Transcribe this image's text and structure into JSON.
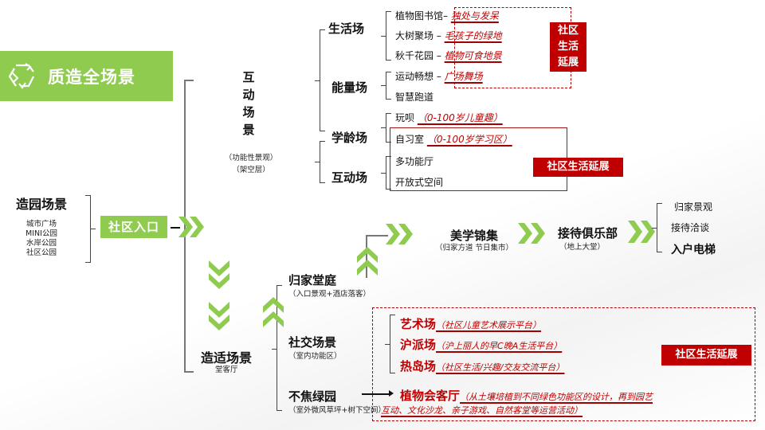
{
  "header": {
    "title": "质造全场景",
    "icon": "recycle-triangle-icon"
  },
  "entry": {
    "garden_title": "造园场景",
    "garden_items": [
      "城市广场",
      "MINI公园",
      "水岸公园",
      "社区公园"
    ],
    "entry_label": "社区入口"
  },
  "interactive": {
    "title_chars": [
      "互",
      "动",
      "场",
      "景"
    ],
    "sub1": "（功能性景观）",
    "sub2": "（架空层）",
    "groups": [
      {
        "name": "生活场",
        "items": [
          {
            "label": "植物图书馆",
            "note": "独处与发呆"
          },
          {
            "label": "大树聚场",
            "note": "毛孩子的绿地"
          },
          {
            "label": "秋千花园",
            "note": "植物可食地景"
          }
        ]
      },
      {
        "name": "能量场",
        "items": [
          {
            "label": "运动畅想",
            "note": "广场舞场"
          },
          {
            "label": "智慧跑道",
            "note": ""
          }
        ]
      },
      {
        "name": "学龄场",
        "items": [
          {
            "label": "玩呗",
            "note": "（0-100岁儿童趣）"
          },
          {
            "label": "自习室",
            "note": "（0-100岁学习区）"
          }
        ]
      },
      {
        "name": "互动场",
        "items": [
          {
            "label": "多功能厅",
            "note": ""
          },
          {
            "label": "开放式空间",
            "note": ""
          }
        ]
      }
    ],
    "extension_tag_top": "社区生活延展",
    "extension_tag_mid": "社区生活延展"
  },
  "flow": {
    "aesthetic": {
      "title": "美学锦集",
      "sub": "（归家方道 节日集市）"
    },
    "club": {
      "title": "接待俱乐部",
      "sub": "（地上大堂）"
    },
    "club_items": [
      "归家景观",
      "接待洽谈",
      "入户电梯"
    ]
  },
  "comfort": {
    "title": "造适场景",
    "sub": "堂客厅",
    "groups": [
      {
        "title": "归家堂庭",
        "sub": "（入口景观+酒店落客）"
      },
      {
        "title": "社交场景",
        "sub": "（室内功能区）"
      },
      {
        "title": "不焦绿园",
        "sub": "（室外微风草坪+树下空间）"
      }
    ],
    "social_items": [
      {
        "label": "艺术场",
        "note": "（社区儿童艺术展示平台）"
      },
      {
        "label": "沪派场",
        "note": "（沪上丽人的早C晚A生活平台）"
      },
      {
        "label": "热岛场",
        "note": "（社区生活/兴趣/交友交流平台）"
      }
    ],
    "garden_item": {
      "label": "植物会客厅",
      "note1": "（从土壤培植到不同绿色功能区的设计，再到园艺",
      "note2": "互动、文化沙龙、亲子游戏、自然客堂等运营活动）"
    },
    "extension_tag": "社区生活延展"
  },
  "colors": {
    "green": "#8fcb4f",
    "red": "#c00000",
    "line": "#777777"
  }
}
